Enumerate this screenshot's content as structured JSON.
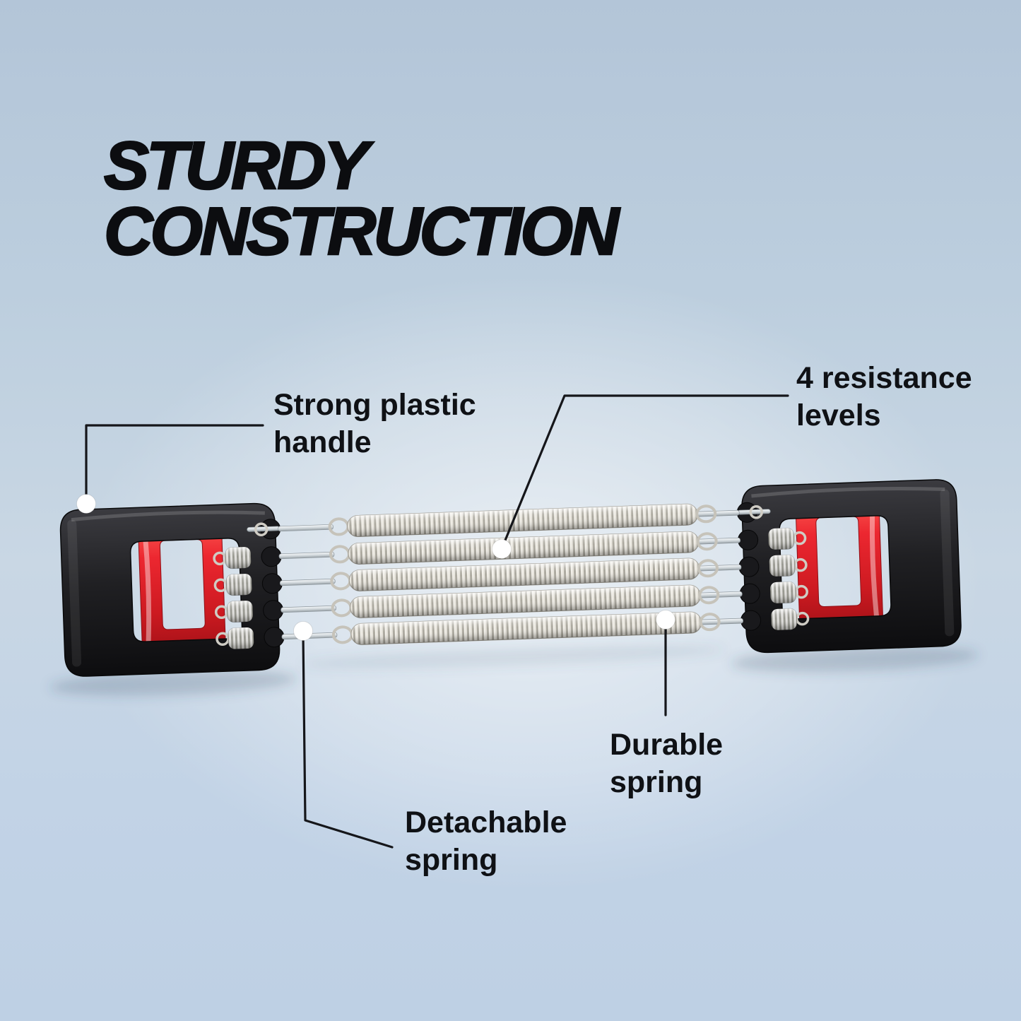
{
  "title": {
    "line1": "STURDY",
    "line2": "CONSTRUCTION"
  },
  "callouts": {
    "handle": {
      "line1": "Strong plastic",
      "line2": "handle"
    },
    "resistance": {
      "line1": "4 resistance",
      "line2": "levels"
    },
    "durable": {
      "line1": "Durable",
      "line2": "spring"
    },
    "detachable": {
      "line1": "Detachable",
      "line2": "spring"
    }
  },
  "product": {
    "type": "chest expander with coil springs",
    "long_springs_visible": 5,
    "small_detachable_springs_per_handle": 4,
    "handles": 2
  },
  "colors": {
    "background_top": "#b3c5d8",
    "background_bottom": "#bed0e4",
    "background_glow": "#e0e8f1",
    "title_text": "#0c0d10",
    "label_text": "#0f1115",
    "callout_line": "#15161a",
    "callout_dot": "#ffffff",
    "handle_plastic": "#1d1d20",
    "grip_red": "#e02329",
    "spring_silver": "#d8d5cc",
    "rod_metal": "#cfd6da"
  }
}
